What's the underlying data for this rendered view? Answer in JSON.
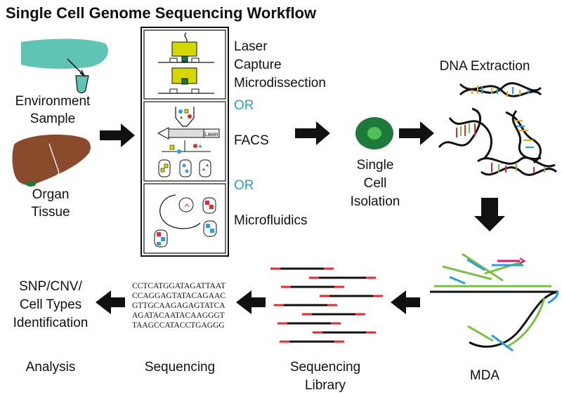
{
  "title": "Single Cell Genome Sequencing Workflow",
  "sample": {
    "environment_label_line1": "Environment",
    "environment_label_line2": "Sample",
    "organ_label_line1": "Organ",
    "organ_label_line2": "Tissue"
  },
  "isolation_methods": {
    "method1_line1": "Laser",
    "method1_line2": "Capture",
    "method1_line3": "Microdissection",
    "or1": "OR",
    "method2": "FACS",
    "or2": "OR",
    "method3": "Microfluidics",
    "facs_inner_label": "Laser"
  },
  "single_cell": {
    "line1": "Single",
    "line2": "Cell",
    "line3": "Isolation"
  },
  "dna_extraction_label": "DNA Extraction",
  "mda_label": "MDA",
  "library": {
    "line1": "Sequencing",
    "line2": "Library"
  },
  "sequencing": {
    "label": "Sequencing",
    "reads": [
      "CCTCATGGATAGATTAAT",
      "CCAGGAGTATACAGAAC",
      "GTTGCAAGAGAGTATCA",
      "AGATACAATACAAGGGT",
      "TAAGCCATACCTGAGGG"
    ]
  },
  "analysis": {
    "line1": "SNP/CNV/",
    "line2": "Cell Types",
    "line3": "Identification",
    "label": "Analysis"
  },
  "colors": {
    "or_blue": "#2aa0d8",
    "sample_teal": "#5fc4b4",
    "liver_brown": "#8a4a2c",
    "cell_green": "#1d7a3a",
    "strand_green": "#7ac043",
    "strand_blue": "#2aa0d8",
    "primer_magenta": "#e0147a",
    "library_red": "#e8282a"
  }
}
